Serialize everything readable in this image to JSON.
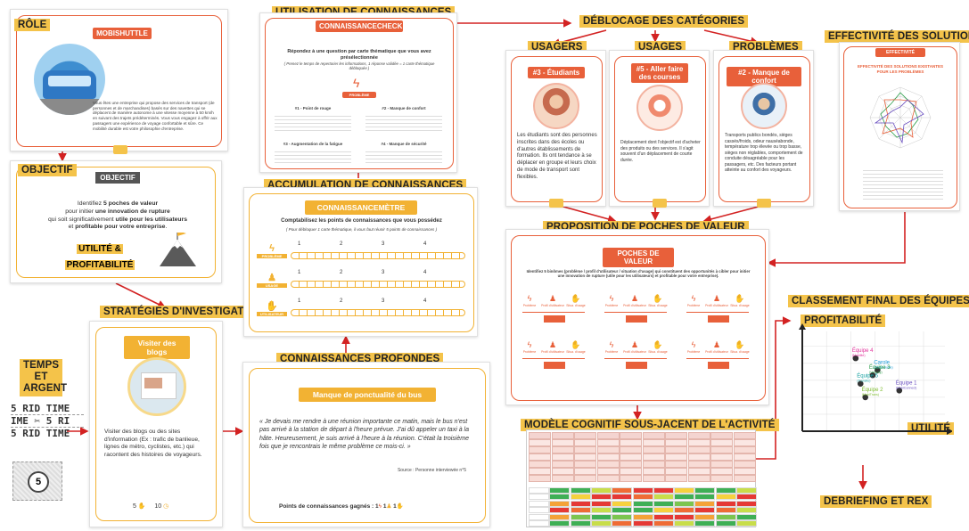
{
  "headers": {
    "role": "RÔLE",
    "objectif": "OBJECTIF",
    "strategies": "STRATÉGIES D'INVESTIGATION",
    "temps": "TEMPS ET ARGENT",
    "utilisation": "UTILISATION DE CONNAISSANCES",
    "accumulation": "ACCUMULATION DE CONNAISSANCES",
    "profondes": "CONNAISSANCES PROFONDES",
    "deblocage": "DÉBLOCAGE DES CATÉGORIES",
    "usagers": "USAGERS",
    "usages": "USAGES",
    "problemes": "PROBLÈMES",
    "effectivite": "EFFECTIVITÉ DES SOLUTIONS",
    "proposition": "PROPOSITION DE POCHES DE VALEUR",
    "modele": "MODÈLE COGNITIF SOUS-JACENT DE L'ACTIVITÉ",
    "classement": "CLASSEMENT FINAL DES ÉQUIPES",
    "profitabilite": "PROFITABILITÉ",
    "utilite": "UTILITÉ",
    "debriefing": "DEBRIEFING ET REX"
  },
  "role_card": {
    "title": "MOBISHUTTLE",
    "text": "Vous êtes une entreprise qui propose des services de transport (de personnes et de marchandises) basés sur des navettes qui se déplacent de manière autonome à une vitesse moyenne à 50 km/h en suivant des trajets prédéterminés. Vous vous engagez à offrir aux passagers une expérience de voyage confortable et sûre. Ce mobilité durable est votre philosophie d'entreprise."
  },
  "objectif_card": {
    "title": "OBJECTIF",
    "line1_pre": "Identifiez ",
    "line1_bold": "5 poches de valeur",
    "line2_pre": "pour initier ",
    "line2_bold": "une innovation de rupture",
    "line3_pre": "qui soit significativement ",
    "line3_bold": "utile pour les utilisateurs",
    "line4_pre": "et ",
    "line4_bold": "profitable pour votre entreprise",
    "line4_post": ".",
    "big1": "UTILITÉ &",
    "big2": "PROFITABILITÉ"
  },
  "blogs_card": {
    "title": "Visiter des blogs",
    "text": "Visiter des blogs ou des sites d'information (Ex : trafic de banlieue, lignes de métro, cyclistes, etc.) qui racontent des histoires de voyageurs.",
    "cost_time": "5",
    "cost_money": "10"
  },
  "temps_tokens": {
    "row1": "5 RID TIME",
    "row2": "IME ✂ 5 RI",
    "row3": "5 RID TIME",
    "coin": "5"
  },
  "check_card": {
    "title": "CONNAISSANCECHECK",
    "subtitle": "Répondez à une question par carte thématique que vous avez présélectionnée",
    "hint": "( Prenez le temps de repertorier les informations, 1 réponse validée = 1 carte thématique débloquée )",
    "center_label": "PROBLÈME",
    "q1": "#1 - Point de rouge",
    "q2": "#2 - Manque de confort",
    "q3": "#3 - Augmentation de la fatigue",
    "q4": "#4 - Manque de sécurité"
  },
  "meter_card": {
    "title": "CONNAISSANCEMÈTRE",
    "subtitle": "Comptabilisez les points de connaissances que vous possédez",
    "hint": "( Pour débloquer 1 carte thématique, il vous faut réunir 5 points de connaissances )",
    "scale": [
      "1",
      "2",
      "3",
      "4"
    ],
    "rows": [
      "PROBLÈME",
      "USAGE",
      "UTILISATEUR"
    ]
  },
  "quote_card": {
    "title": "Manque de ponctualité du bus",
    "quote": "« Je devais me rendre à une réunion importante ce matin, mais le bus n'est pas arrivé à la station de départ à l'heure prévue. J'ai dû appeler un taxi à la hâte. Heureusement, je suis arrivé à l'heure à la réunion. C'était la troisième fois que je rencontrais le même problème ce mois-ci. »",
    "source": "Source : Personne interviewée n°5",
    "points_label": "Points de connaissances gagnés :",
    "p1": "1",
    "p2": "1",
    "p3": "1"
  },
  "usagers_card": {
    "title": "#3 - Étudiants",
    "text": "Les étudiants sont des personnes inscrites dans des écoles ou d'autres établissements de formation. Ils ont tendance à se déplacer en groupe et leurs choix de mode de transport sont flexibles."
  },
  "usages_card": {
    "title": "#5 - Aller faire des courses",
    "text": "Déplacement dont l'objectif est d'acheter des produits ou des services. Il s'agit souvent d'un déplacement de courte durée."
  },
  "problemes_card": {
    "title": "#2 - Manque de confort",
    "text": "Transports publics bondés, sièges cassés/froids, odeur nauséabonde, température trop élevée ou trop basse, sièges non réglables, comportement de conduite désagréable pour les passagers, etc. Des facteurs portant atteinte au confort des voyageurs."
  },
  "effect_card": {
    "title": "EFFECTIVITÉ",
    "subtitle": "EFFECTIVITÉ DES SOLUTIONS EXISTANTES POUR LES PROBLÈMES"
  },
  "poches_card": {
    "title": "POCHES DE VALEUR",
    "text": "Identifiez 5 binômes (problème / profil d'utilisateur / situation d'usage) qui constituent des opportunités à cibler pour initier une innovation de rupture (utile pour les utilisateurs) et profitable pour votre entreprise).",
    "cols": [
      "Problème",
      "Profil d'utilisateur",
      "Situa. d'usage"
    ]
  },
  "ranking": {
    "teams": [
      {
        "name": "Équipe 4",
        "sub": "(Mobilité)",
        "color": "#e0309a",
        "utility": 2.2,
        "profit": 4.3
      },
      {
        "name": "Carole",
        "sub": "(MobiShuttle)",
        "color": "#1a9ad6",
        "utility": 3.1,
        "profit": 3.6
      },
      {
        "name": "Équipe 3",
        "sub": "(Velocity)",
        "color": "#2c9e4a",
        "utility": 2.9,
        "profit": 3.3
      },
      {
        "name": "Équipe 2",
        "sub": "(MobiTrans)",
        "color": "#7dbb2f",
        "utility": 2.6,
        "profit": 2.0
      },
      {
        "name": "Équipe 1",
        "sub": "(MobiConnect)",
        "color": "#6a4fc0",
        "utility": 4.0,
        "profit": 2.4
      },
      {
        "name": "Équipe 5",
        "sub": "(Transito)",
        "color": "#13a0a0",
        "utility": 2.4,
        "profit": 2.8
      }
    ]
  }
}
